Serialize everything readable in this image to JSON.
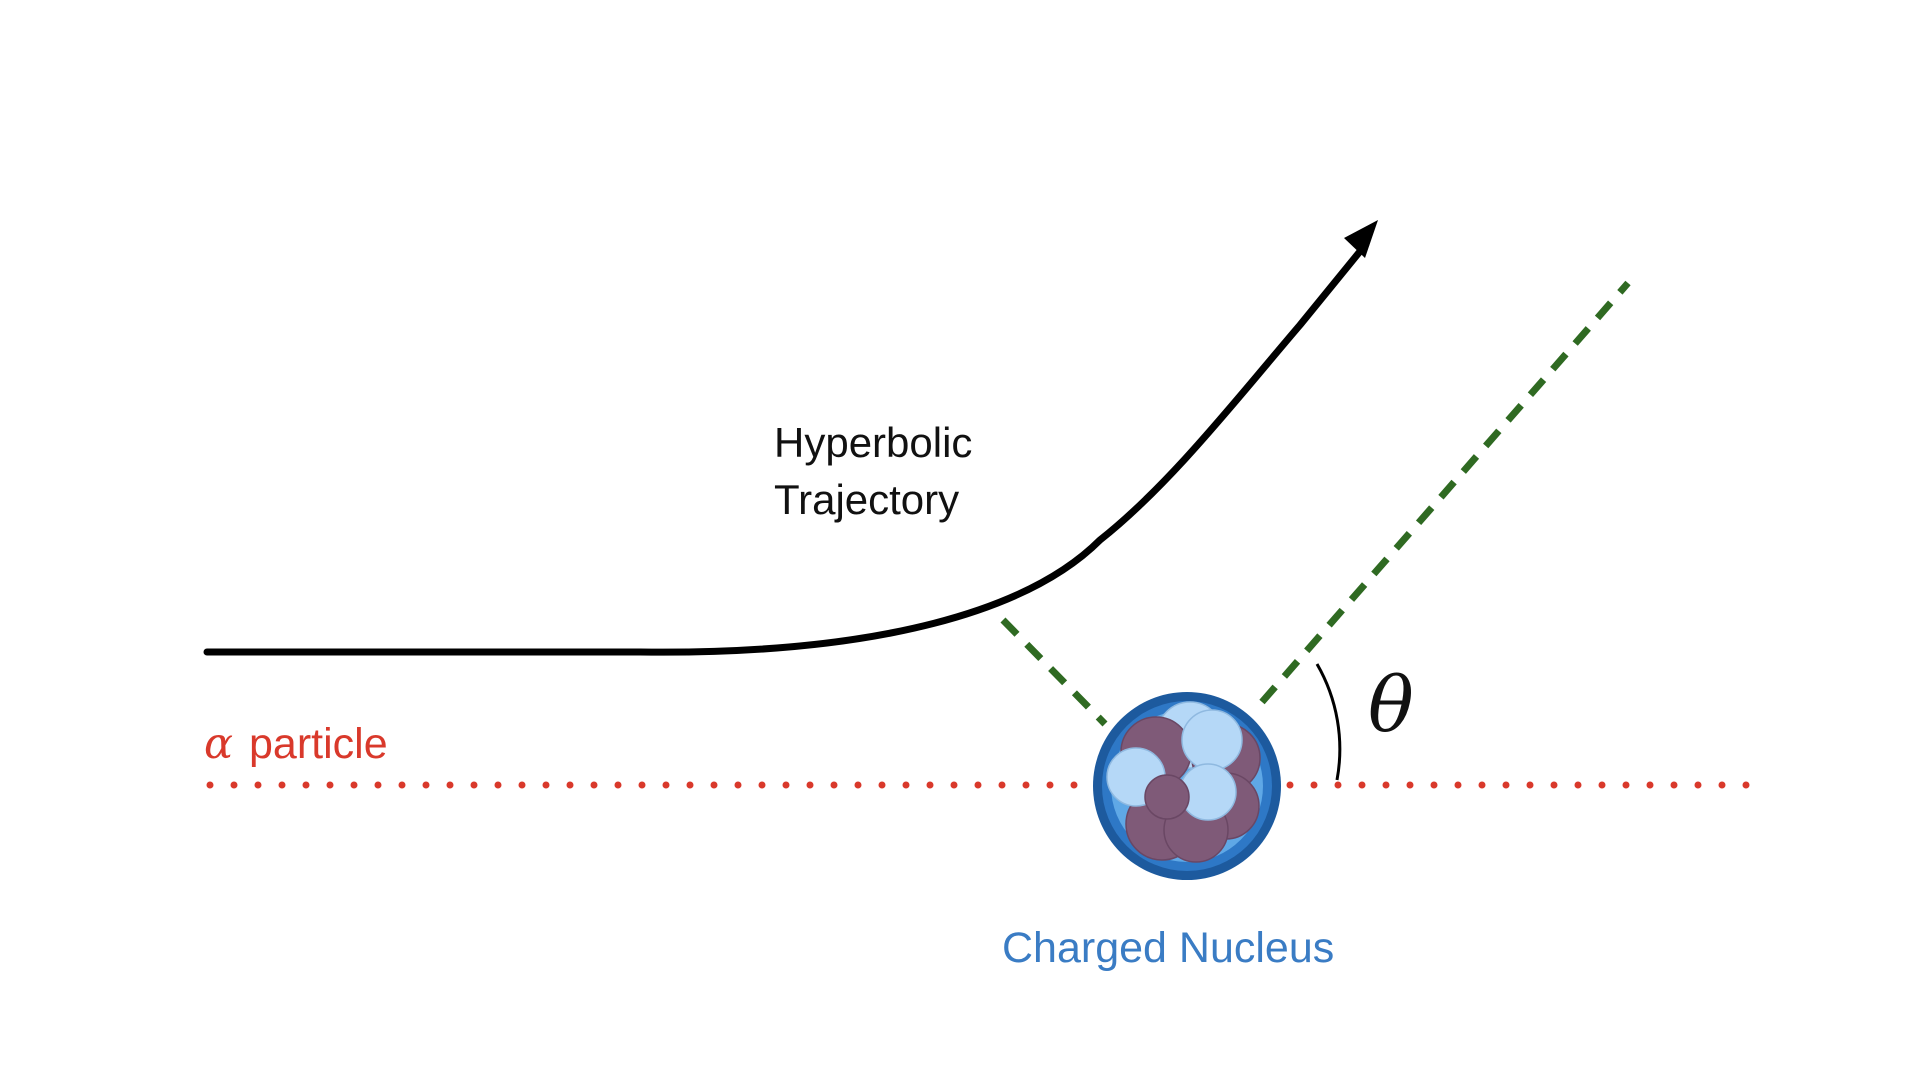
{
  "trajectory": {
    "line1": "Hyperbolic",
    "line2": "Trajectory"
  },
  "alpha_particle": {
    "symbol": "α",
    "text": "particle"
  },
  "nucleus": {
    "label": "Charged Nucleus"
  },
  "scattering_angle": {
    "symbol": "θ"
  },
  "colors": {
    "trajectory": "#000000",
    "alpha_line": "#d9392b",
    "asymptote": "#2f6a22",
    "nucleus_outer": "#1d5a9e",
    "nucleus_inner": "#5fa8e6",
    "proton": "#7f5a78",
    "neutron": "#b5d8f7"
  }
}
